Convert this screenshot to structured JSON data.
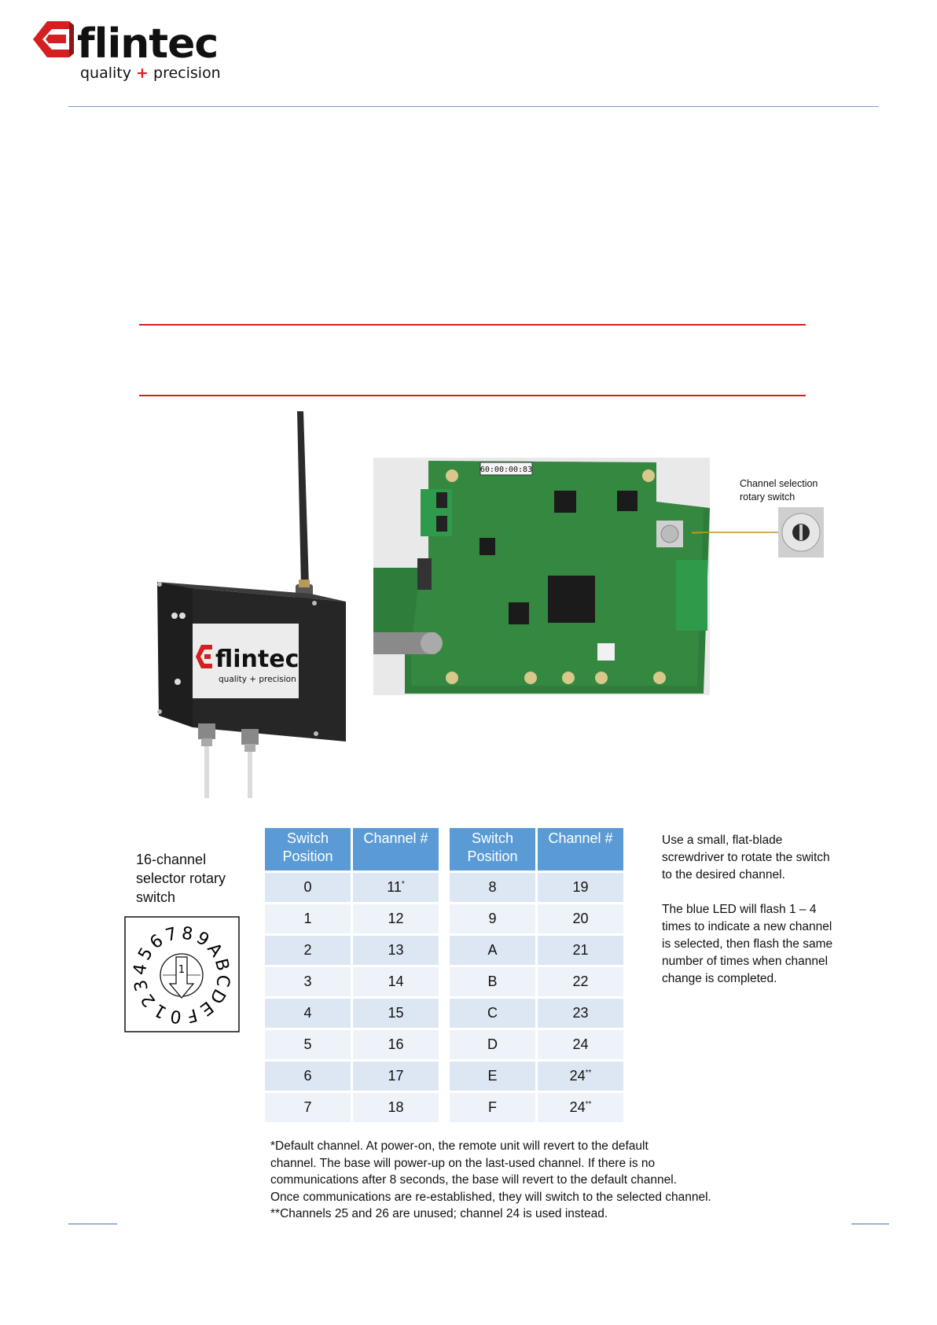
{
  "header": {
    "brand": "flintec",
    "tagline_left": "quality",
    "tagline_plus": "+",
    "tagline_right": "precision",
    "brand_color": "#d42020"
  },
  "device_photo": {
    "label_brand": "flintec",
    "label_tagline": "quality + precision"
  },
  "board_photo": {
    "mac_label": "60:00:00:83",
    "callout": [
      "Channel selection",
      "rotary switch"
    ]
  },
  "switch_caption": [
    "16-channel",
    "selector rotary",
    "switch"
  ],
  "dial": {
    "digits": [
      "8",
      "9",
      "A",
      "B",
      "C",
      "D",
      "E",
      "F",
      "0",
      "1",
      "2",
      "3",
      "4",
      "5",
      "6",
      "7"
    ],
    "pointer": "1"
  },
  "tables": [
    {
      "headers": [
        "Switch\nPosition",
        "Channel #"
      ],
      "rows": [
        {
          "pos": "0",
          "ch": "11",
          "mark": "*"
        },
        {
          "pos": "1",
          "ch": "12",
          "mark": ""
        },
        {
          "pos": "2",
          "ch": "13",
          "mark": ""
        },
        {
          "pos": "3",
          "ch": "14",
          "mark": ""
        },
        {
          "pos": "4",
          "ch": "15",
          "mark": ""
        },
        {
          "pos": "5",
          "ch": "16",
          "mark": ""
        },
        {
          "pos": "6",
          "ch": "17",
          "mark": ""
        },
        {
          "pos": "7",
          "ch": "18",
          "mark": ""
        }
      ]
    },
    {
      "headers": [
        "Switch\nPosition",
        "Channel #"
      ],
      "rows": [
        {
          "pos": "8",
          "ch": "19",
          "mark": ""
        },
        {
          "pos": "9",
          "ch": "20",
          "mark": ""
        },
        {
          "pos": "A",
          "ch": "21",
          "mark": ""
        },
        {
          "pos": "B",
          "ch": "22",
          "mark": ""
        },
        {
          "pos": "C",
          "ch": "23",
          "mark": ""
        },
        {
          "pos": "D",
          "ch": "24",
          "mark": ""
        },
        {
          "pos": "E",
          "ch": "24",
          "mark": "**"
        },
        {
          "pos": "F",
          "ch": "24",
          "mark": "**"
        }
      ]
    }
  ],
  "side_notes": [
    [
      "Use a small, flat-blade",
      "screwdriver to rotate the switch",
      "to the desired channel."
    ],
    [
      "The blue LED will flash 1 – 4",
      "times to indicate a new channel",
      "is selected, then flash the same",
      "number of times when channel",
      "change is completed."
    ]
  ],
  "footnotes": [
    "*Default channel.  At power-on, the remote unit will revert to the default",
    "channel.  The base will power-up on the last-used channel. If there is no",
    "communications after 8 seconds, the base will revert to the default channel.",
    "Once communications are re-established, they will switch to the selected channel.",
    "**Channels 25 and 26 are unused; channel 24 is used instead."
  ]
}
